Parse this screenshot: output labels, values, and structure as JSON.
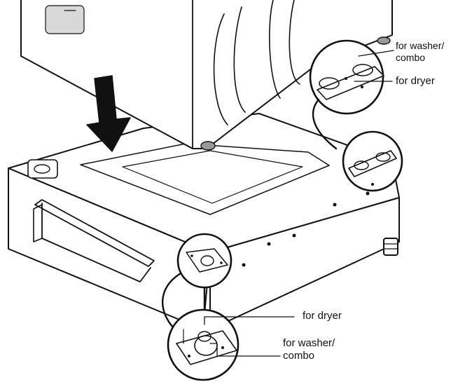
{
  "labels": {
    "top_washer_line1": "for washer/",
    "top_washer_line2": "combo",
    "top_dryer": "for dryer",
    "bottom_dryer": "for dryer",
    "bottom_washer_line1": "for washer/",
    "bottom_washer_line2": "combo"
  },
  "colors": {
    "line": "#111111",
    "fill": "#ffffff",
    "shade": "#d9d9d9",
    "arrow": "#111111"
  },
  "icons": {
    "arrow": "down-arrow-icon",
    "callouts": "magnifier-circle-icon"
  }
}
